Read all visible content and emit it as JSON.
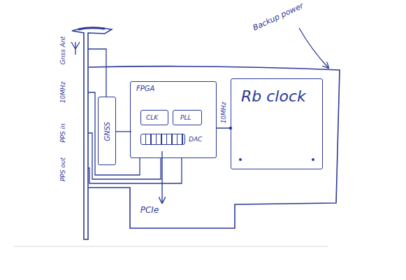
{
  "diagram": {
    "nodes": [
      {
        "text": [
          "FPGA"
        ]
      },
      {
        "text": [
          "GNSS"
        ]
      },
      {
        "text": [
          "CLK"
        ],
        "in": 0
      },
      {
        "text": [
          "PLL"
        ],
        "in": 0
      },
      {
        "text": [
          "DAC"
        ],
        "in": 0
      },
      {
        "text": [
          "Rb clock"
        ]
      }
    ],
    "edges": [
      {
        "from": 0,
        "to": 5,
        "arrow": "none",
        "label": "10MHz"
      }
    ],
    "labels": [
      "Backup power",
      "Gnss Ant",
      "10MHz",
      "PPS in",
      "PPS out",
      "PCIe"
    ]
  }
}
